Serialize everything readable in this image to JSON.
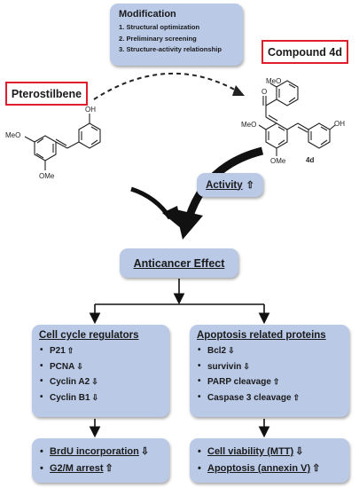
{
  "modification": {
    "title": "Modification",
    "items": [
      "1.  Structural optimization",
      "2.   Preliminary screening",
      "3.  Structure-activity relationship"
    ]
  },
  "pterostilbene_label": "Pterostilbene",
  "compound_label": "Compound 4d",
  "compound_id": "4d",
  "atoms": {
    "oh": "OH",
    "meo": "MeO",
    "ome": "OMe",
    "o": "O"
  },
  "activity": {
    "label": "Activity",
    "arrow": "⇧"
  },
  "anticancer": {
    "label": "Anticancer Effect"
  },
  "cell_cycle": {
    "title": "Cell cycle regulators",
    "items": [
      {
        "label": "P21",
        "arrow": "⇧"
      },
      {
        "label": "PCNA",
        "arrow": "⇩"
      },
      {
        "label": "Cyclin A2",
        "arrow": "⇩"
      },
      {
        "label": "Cyclin B1",
        "arrow": "⇩"
      }
    ]
  },
  "apoptosis": {
    "title": "Apoptosis related proteins",
    "items": [
      {
        "label": "Bcl2",
        "arrow": "⇩"
      },
      {
        "label": "survivin",
        "arrow": "⇩"
      },
      {
        "label": "PARP cleavage",
        "arrow": "⇧"
      },
      {
        "label": "Caspase 3 cleavage",
        "arrow": "⇧"
      }
    ]
  },
  "outcome_left": [
    {
      "label": "BrdU incorporation",
      "arrow": "⇩"
    },
    {
      "label": "G2/M arrest",
      "arrow": "⇧"
    }
  ],
  "outcome_right": [
    {
      "label": "Cell viability (MTT)",
      "arrow": "⇩"
    },
    {
      "label": "Apoptosis (annexin V)",
      "arrow": "⇧"
    }
  ]
}
